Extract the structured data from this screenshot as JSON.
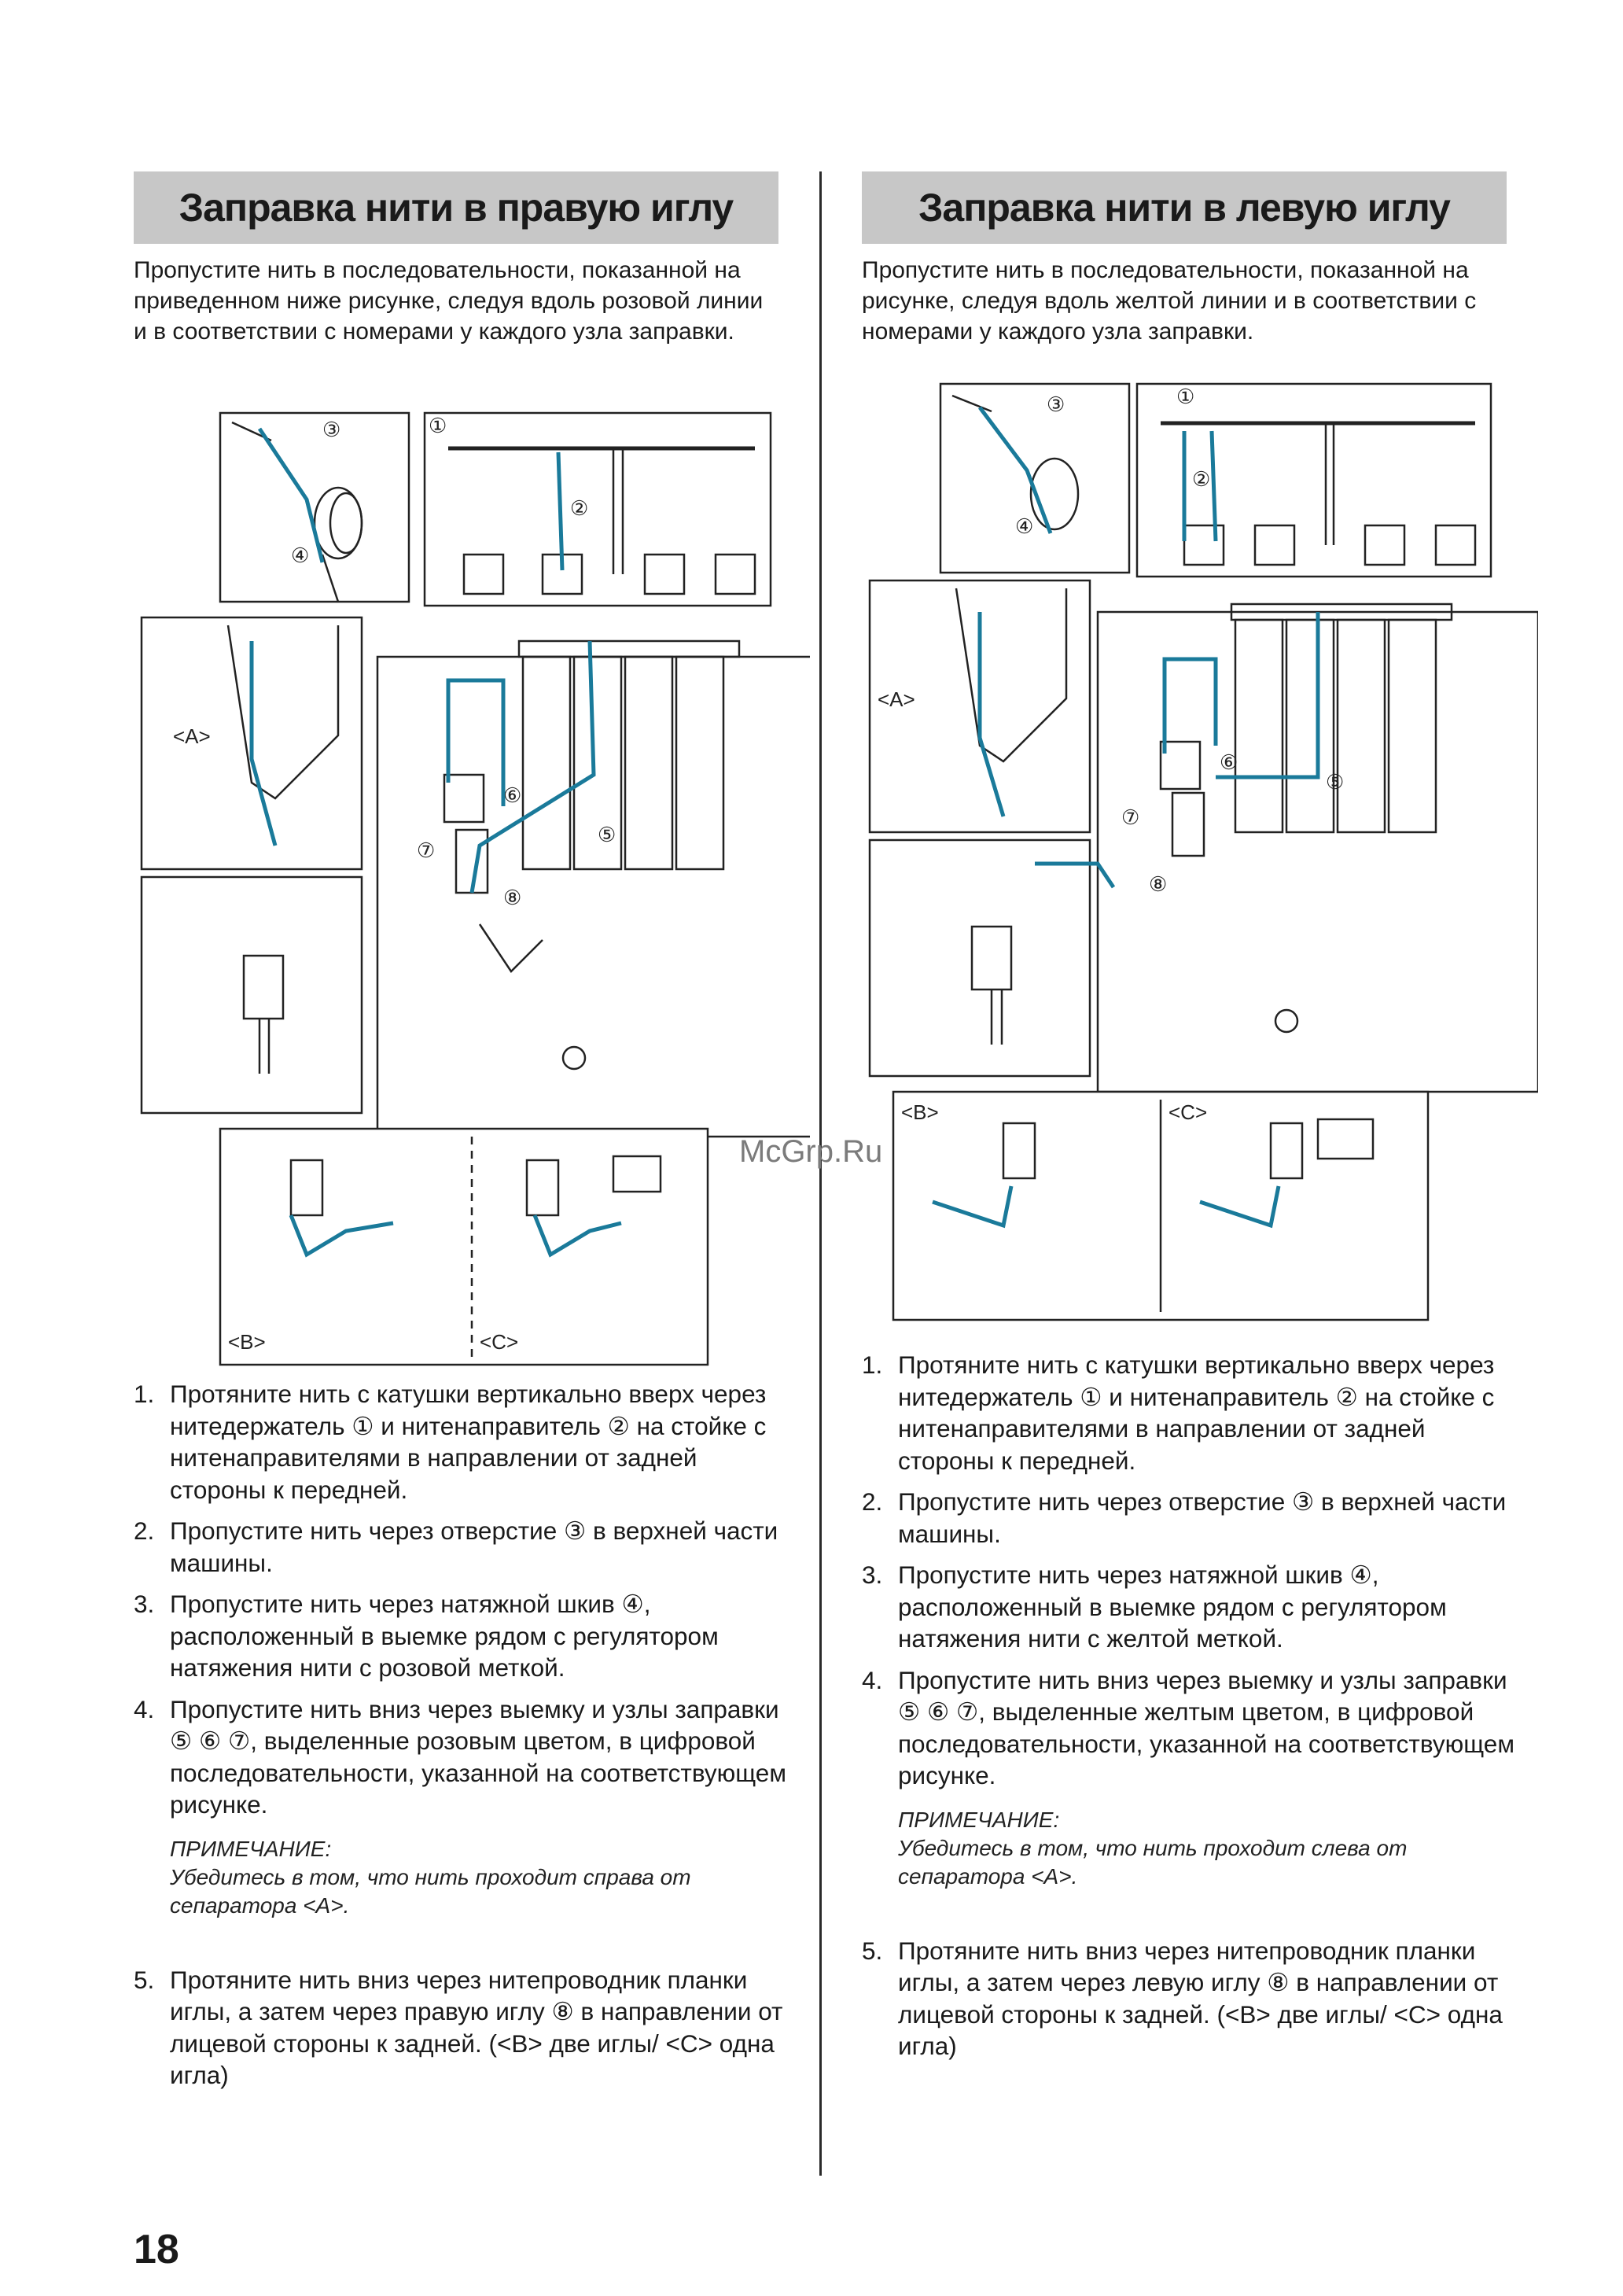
{
  "page_number": "18",
  "watermark": "McGrp.Ru",
  "colors": {
    "thread": "#1a7a9a",
    "heading_bg": "#c7c7c7"
  },
  "left": {
    "title": "Заправка нити в правую иглу",
    "intro": "Пропустите нить в последовательности, показанной на приведенном ниже рисунке, следуя вдоль розовой линии и в соответствии с номерами у каждого узла заправки.",
    "figure": {
      "callouts": [
        "①",
        "②",
        "③",
        "④",
        "⑤",
        "⑥",
        "⑦",
        "⑧"
      ],
      "label_a": "<A>",
      "label_b": "<B>",
      "label_c": "<C>"
    },
    "steps": [
      {
        "num": "1.",
        "text": "Протяните нить с катушки вертикально вверх через нитедержатель ① и нитенаправитель ② на стойке с нитенаправителями в направлении от задней стороны к передней."
      },
      {
        "num": "2.",
        "text": "Пропустите нить через отверстие ③ в верхней части машины."
      },
      {
        "num": "3.",
        "text": "Пропустите нить через натяжной шкив ④, расположенный в выемке рядом с регулятором натяжения нити с розовой меткой."
      },
      {
        "num": "4.",
        "text": "Пропустите нить вниз через выемку и узлы заправки ⑤ ⑥ ⑦, выделенные розовым цветом, в цифровой последовательности, указанной на соответствующем рисунке."
      }
    ],
    "note_title": "ПРИМЕЧАНИЕ:",
    "note_text": "Убедитесь в том, что нить проходит справа от сепаратора <A>.",
    "step5": {
      "num": "5.",
      "text": "Протяните нить вниз через нитепроводник планки иглы, а затем через правую иглу ⑧ в направлении от лицевой стороны к задней. (<B> две иглы/ <C> одна игла)"
    }
  },
  "right": {
    "title": "Заправка нити в левую иглу",
    "intro": "Пропустите нить в последовательности, показанной на рисунке, следуя вдоль желтой линии и в соответствии с номерами у каждого узла заправки.",
    "figure": {
      "callouts": [
        "①",
        "②",
        "③",
        "④",
        "⑤",
        "⑥",
        "⑦",
        "⑧"
      ],
      "label_a": "<A>",
      "label_b": "<B>",
      "label_c": "<C>"
    },
    "steps": [
      {
        "num": "1.",
        "text": "Протяните нить с катушки вертикально вверх через нитедержатель ① и нитенаправитель ② на стойке с нитенаправителями в направлении от задней стороны к передней."
      },
      {
        "num": "2.",
        "text": "Пропустите нить через отверстие ③ в верхней части машины."
      },
      {
        "num": "3.",
        "text": "Пропустите нить через натяжной шкив ④, расположенный в выемке рядом с регулятором натяжения нити с желтой меткой."
      },
      {
        "num": "4.",
        "text": "Пропустите нить вниз через выемку и  узлы заправки ⑤ ⑥ ⑦, выделенные желтым цветом, в цифровой последовательности, указанной на соответствующем рисунке."
      }
    ],
    "note_title": "ПРИМЕЧАНИЕ:",
    "note_text": "Убедитесь в том, что нить проходит слева от сепаратора <A>.",
    "step5": {
      "num": "5.",
      "text": "Протяните нить вниз через нитепроводник планки иглы, а затем через левую иглу ⑧ в направлении от лицевой стороны к задней. (<B> две иглы/ <C> одна игла)"
    }
  }
}
